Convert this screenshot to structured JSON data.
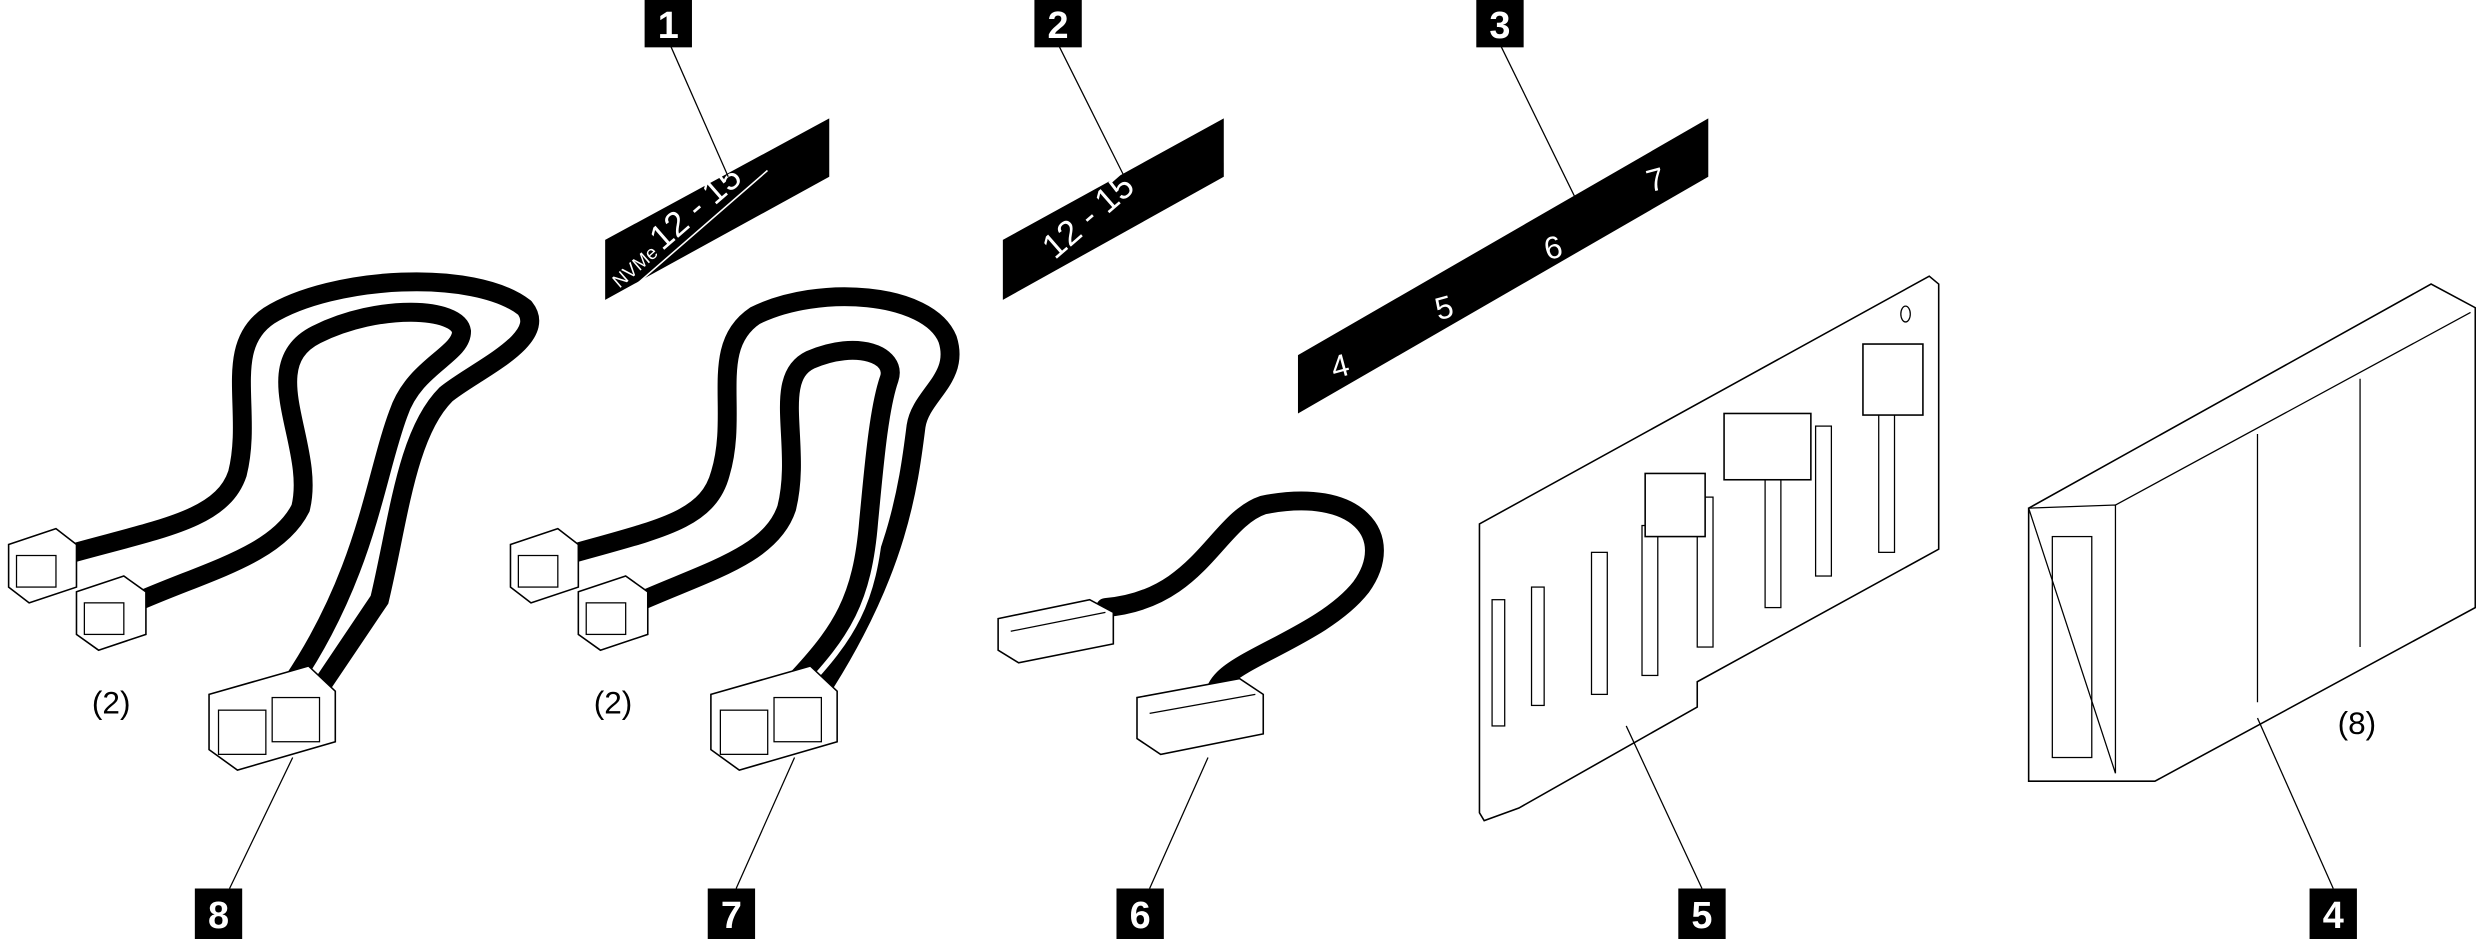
{
  "callouts": [
    "1",
    "2",
    "3",
    "4",
    "5",
    "6",
    "7",
    "8"
  ],
  "labels": {
    "label1": {
      "prefix": "NVMe",
      "text": "12 - 15"
    },
    "label2": {
      "text": "12 - 15"
    },
    "label3": {
      "bays": [
        "4",
        "5",
        "6",
        "7"
      ]
    }
  },
  "quantities": {
    "cable8": "(2)",
    "cable7": "(2)",
    "filler4": "(8)"
  }
}
